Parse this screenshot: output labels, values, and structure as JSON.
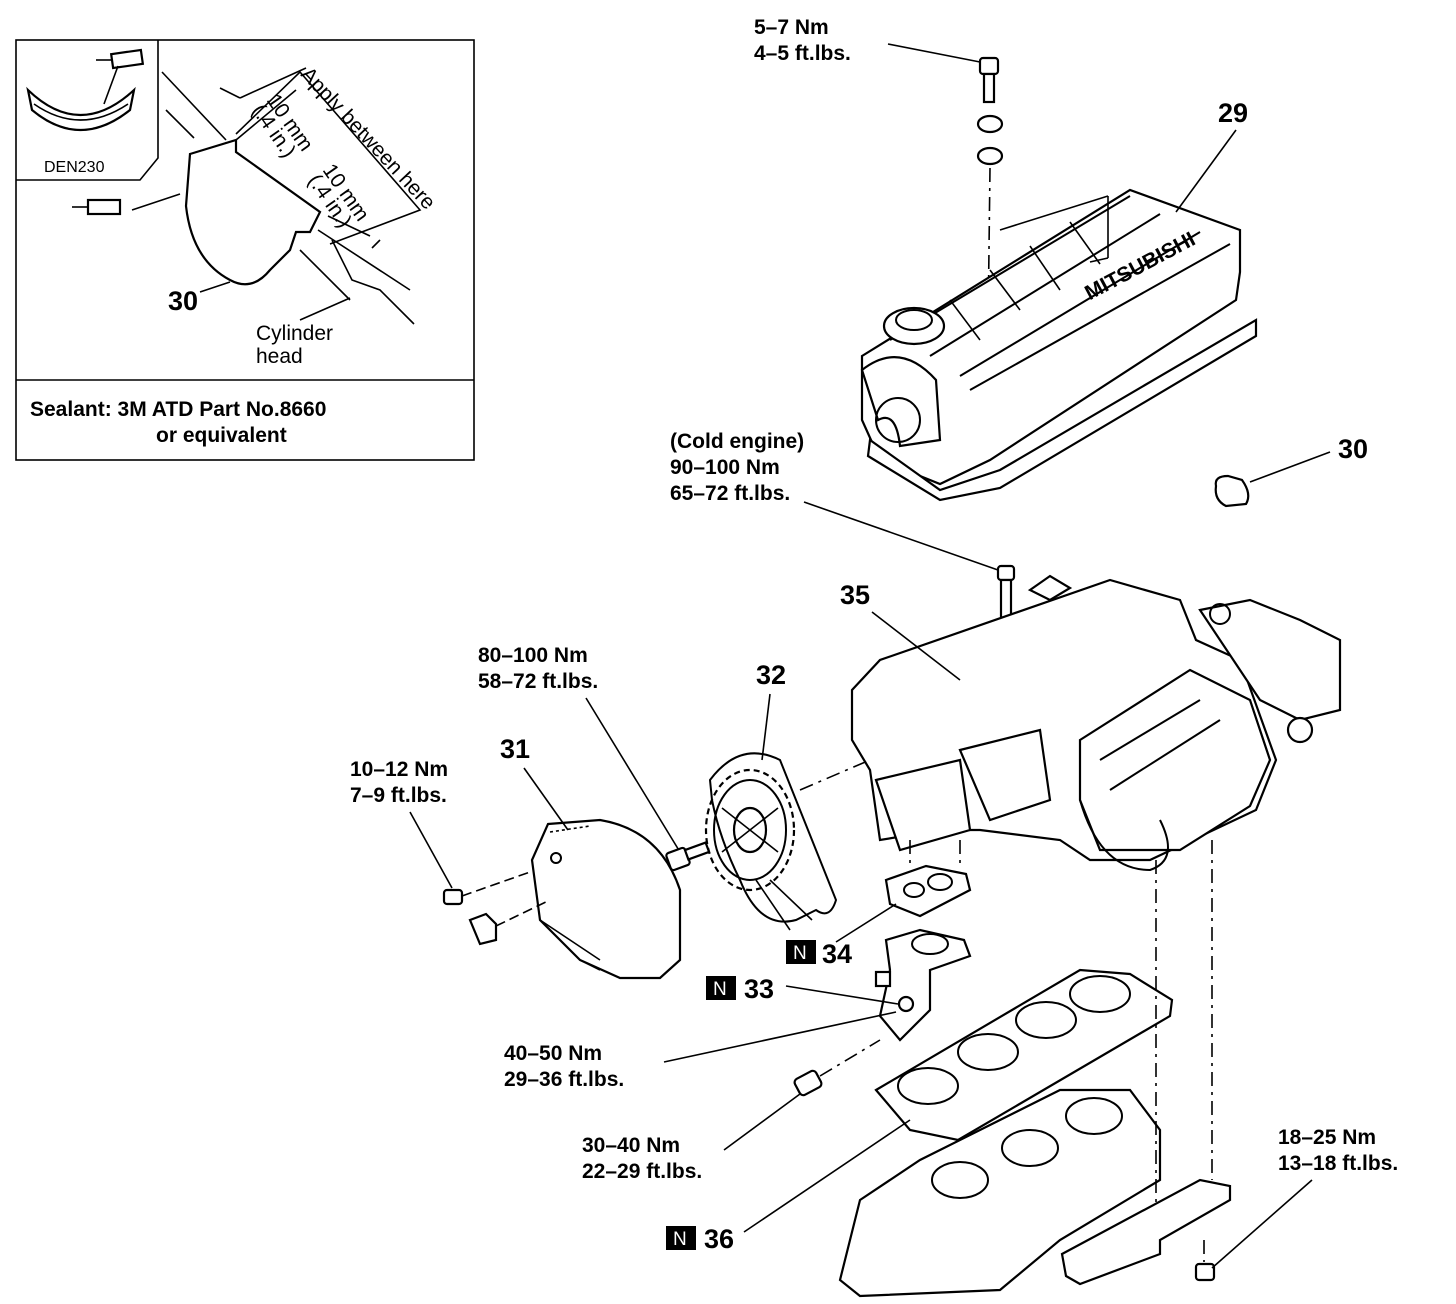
{
  "inset": {
    "apply_note": "Apply between here",
    "dim1": "10 mm",
    "dim1_in": "(.4 in.)",
    "dim2": "10 mm",
    "dim2_in": "(.4 in.)",
    "part_ref": "DEN230",
    "callout": "30",
    "cylinder_label_1": "Cylinder",
    "cylinder_label_2": "head",
    "sealant_line1": "Sealant: 3M ATD Part No.8660",
    "sealant_line2": "or equivalent"
  },
  "torques": {
    "t1": {
      "nm": "5–7 Nm",
      "ft": "4–5 ft.lbs."
    },
    "t2": {
      "note": "(Cold engine)",
      "nm": "90–100 Nm",
      "ft": "65–72 ft.lbs."
    },
    "t3": {
      "nm": "80–100 Nm",
      "ft": "58–72 ft.lbs."
    },
    "t4": {
      "nm": "10–12 Nm",
      "ft": "7–9 ft.lbs."
    },
    "t5": {
      "nm": "40–50 Nm",
      "ft": "29–36 ft.lbs."
    },
    "t6": {
      "nm": "30–40 Nm",
      "ft": "22–29 ft.lbs."
    },
    "t7": {
      "nm": "18–25 Nm",
      "ft": "13–18 ft.lbs."
    }
  },
  "callouts": {
    "c29": "29",
    "c30": "30",
    "c31": "31",
    "c32": "32",
    "c33": "33",
    "c34": "34",
    "c35": "35",
    "c36": "36",
    "n_marker": "N"
  },
  "logo_text": "MITSUBISHI"
}
